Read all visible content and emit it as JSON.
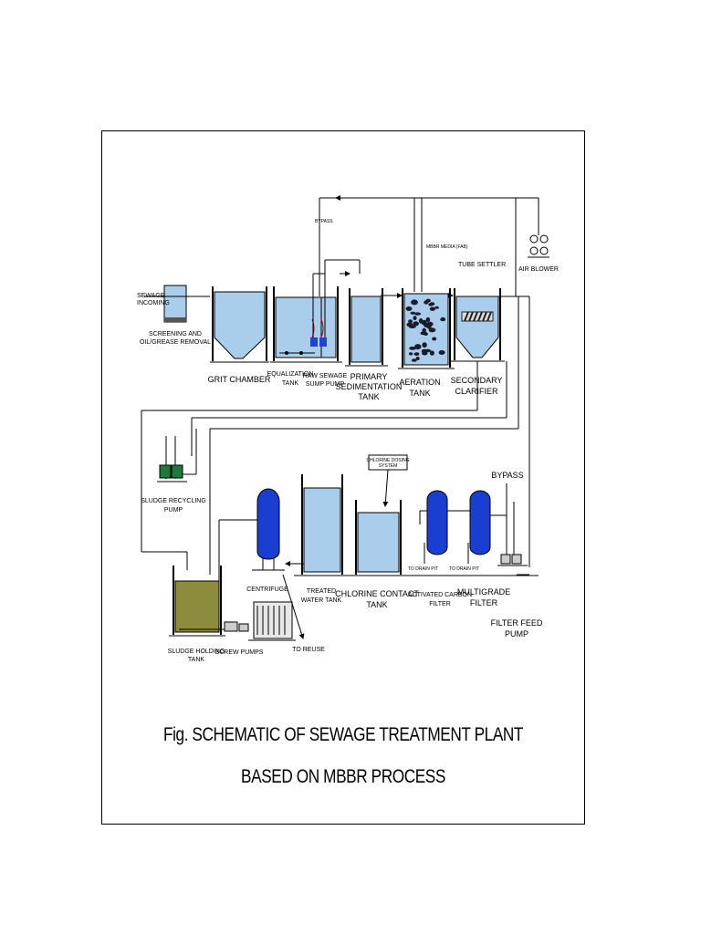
{
  "labels": {
    "sewage_incoming": [
      "SEWAGE",
      "INCOMING"
    ],
    "screening": [
      "SCREENING AND",
      "OIL/GREASE REMOVAL"
    ],
    "grit_chamber": "GRIT CHAMBER",
    "equalization_tank": [
      "EQUALIZATION",
      "TANK"
    ],
    "raw_sewage_pump": [
      "RAW SEWAGE",
      "SUMP PUMP"
    ],
    "bypass_top": "BYPASS",
    "primary_sedimentation": [
      "PRIMARY",
      "SEDIMENTATION",
      "TANK"
    ],
    "aeration_tank": [
      "AERATION",
      "TANK"
    ],
    "mbbr_media": "MBBR MEDIA (FAB)",
    "tube_settler": "TUBE SETTLER",
    "secondary_clarifier": [
      "SECONDARY",
      "CLARIFIER"
    ],
    "air_blower": "AIR BLOWER",
    "sludge_recycling_pump": [
      "SLUDGE RECYCLING",
      "PUMP"
    ],
    "chlorine_dosing": [
      "CHLORINE DOSING",
      "SYSTEM"
    ],
    "bypass_right": "BYPASS",
    "centrifuge": "CENTRIFUGE",
    "treated_water_tank": [
      "TREATED",
      "WATER TANK"
    ],
    "chlorine_contact_tank": [
      "CHLORINE CONTACT",
      "TANK"
    ],
    "activated_carbon_filter": [
      "ACTIVATED CARBON",
      "FILTER"
    ],
    "multigrade_filter": [
      "MULTIGRADE",
      "FILTER"
    ],
    "filter_feed_pump": [
      "FILTER FEED",
      "PUMP"
    ],
    "to_drain_1": "TO DRAIN PIT",
    "to_drain_2": "TO DRAIN PIT",
    "sludge_holding_tank": [
      "SLUDGE HOLDING",
      "TANK"
    ],
    "screw_pumps": "SCREW PUMPS",
    "to_reuse": "TO REUSE"
  },
  "caption": {
    "line1": "Fig. SCHEMATIC OF SEWAGE TREATMENT PLANT",
    "line2": "BASED ON MBBR PROCESS"
  },
  "colors": {
    "water": "#a9cdea",
    "filter_vessel": "#1a3fd0",
    "sludge": "#8c8c3c",
    "pump": "#1e7a3a"
  }
}
